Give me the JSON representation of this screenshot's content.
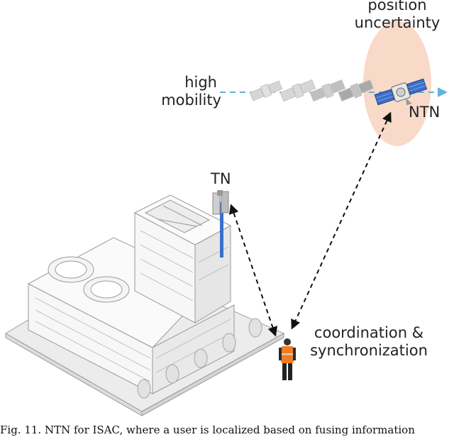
{
  "labels": {
    "position_uncertainty_line1": "position",
    "position_uncertainty_line2": "uncertainty",
    "high_mobility_line1": "high",
    "high_mobility_line2": "mobility",
    "ntn": "NTN",
    "tn": "TN",
    "coordination_line1": "coordination &",
    "coordination_line2": "synchronization"
  },
  "caption": "Fig. 11.  NTN for ISAC, where a user is localized based on fusing information",
  "colors": {
    "uncertainty_fill": "#f9d9c8",
    "trajectory_arrow": "#5fb3dd",
    "tower_pole": "#3b6fc9",
    "vest": "#f47b20",
    "link_arrow": "#111111"
  }
}
